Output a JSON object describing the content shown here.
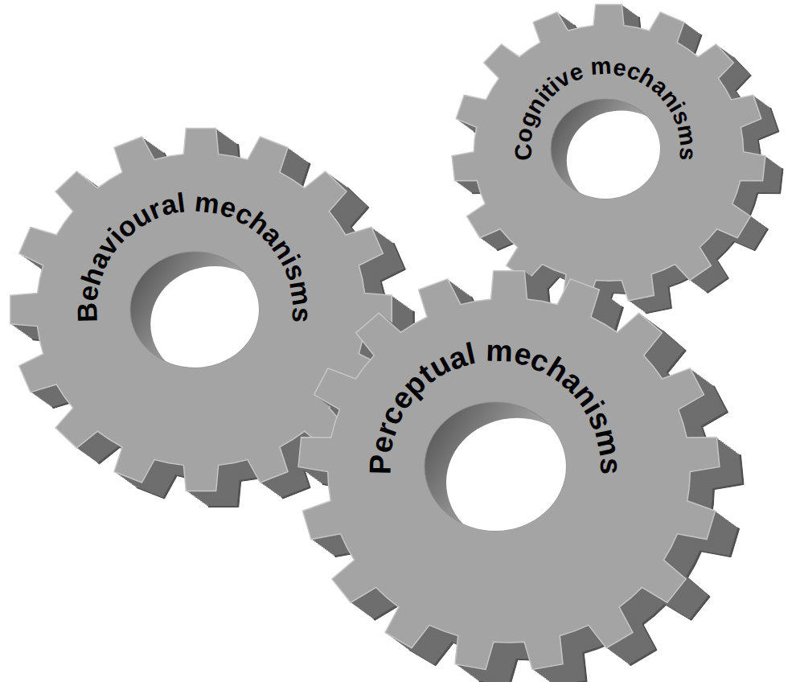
{
  "diagram": {
    "nodes": [
      {
        "text": [
          "Cognitive mechanisms"
        ]
      },
      {
        "text": [
          "Behavioural mechanisms"
        ]
      },
      {
        "text": [
          "Perceptual mechanisms"
        ]
      }
    ]
  }
}
